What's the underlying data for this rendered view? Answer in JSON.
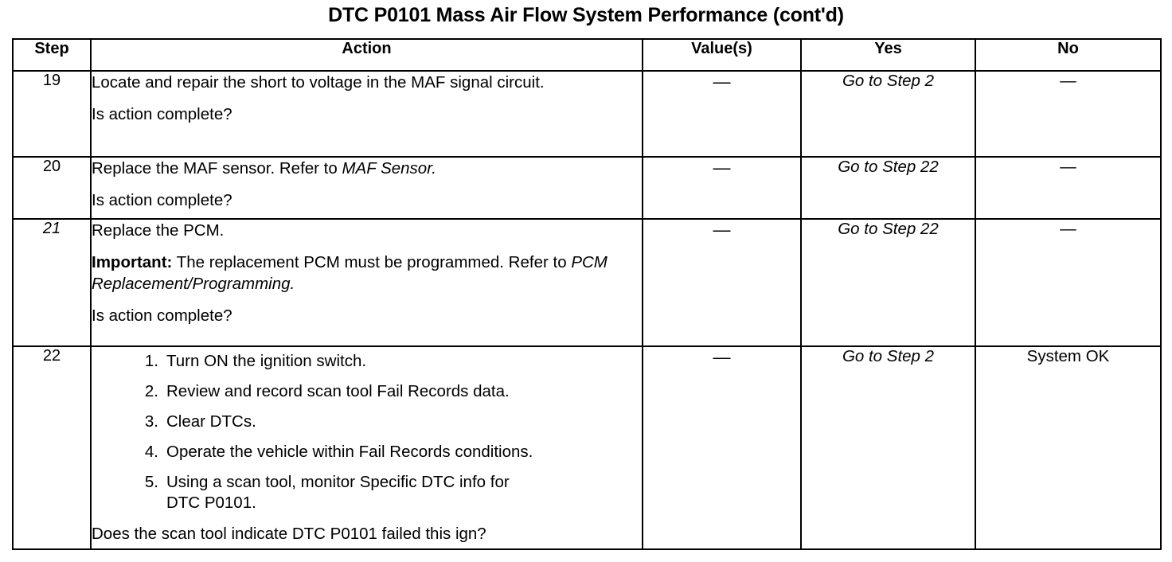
{
  "document": {
    "title": "DTC P0101 Mass Air Flow System Performance (cont'd)"
  },
  "table": {
    "headers": {
      "step": "Step",
      "action": "Action",
      "value": "Value(s)",
      "yes": "Yes",
      "no": "No"
    },
    "rows": [
      {
        "step": "19",
        "action_line_1": "Locate and repair the short to voltage in the MAF signal circuit.",
        "action_line_2": "Is action complete?",
        "value": "—",
        "yes": "Go to Step 2",
        "no": "—"
      },
      {
        "step": "20",
        "action_line_1_plain": "Replace the MAF sensor. Refer to ",
        "action_line_1_italic": "MAF Sensor.",
        "action_line_2": "Is action complete?",
        "value": "—",
        "yes": "Go to Step 22",
        "no": "—"
      },
      {
        "step": "21",
        "action_line_1": "Replace the PCM.",
        "important_label": "Important:",
        "important_text": " The replacement PCM must be programmed. Refer to ",
        "important_italic": "PCM Replacement/Programming.",
        "action_line_3": "Is action complete?",
        "value": "—",
        "yes": "Go to Step 22",
        "no": "—"
      },
      {
        "step": "22",
        "steps": [
          "Turn ON the ignition switch.",
          "Review and record scan tool Fail Records data.",
          "Clear DTCs.",
          "Operate the vehicle within Fail Records conditions.",
          "Using a scan tool, monitor Specific DTC info for DTC P0101."
        ],
        "question": "Does the scan tool indicate DTC P0101 failed this ign?",
        "value": "—",
        "yes": "Go to Step 2",
        "no": "System OK"
      }
    ]
  }
}
